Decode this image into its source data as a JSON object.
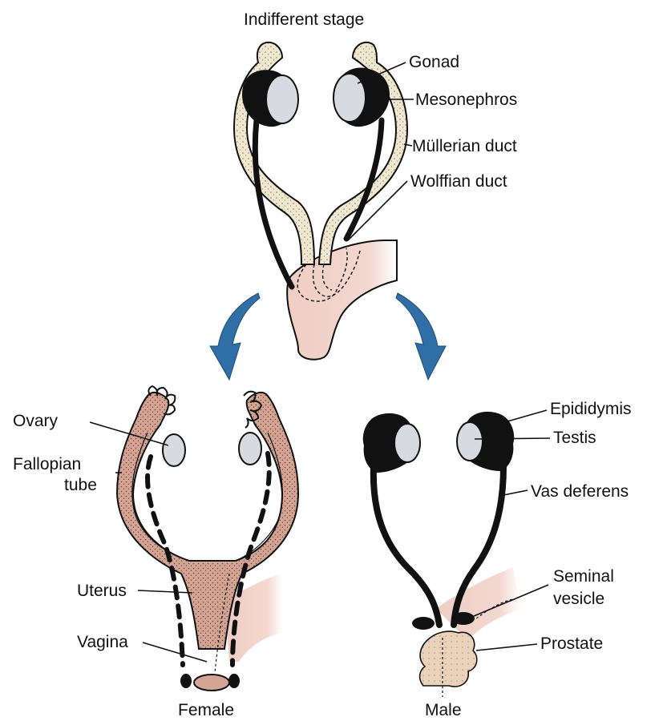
{
  "colors": {
    "background": "#ffffff",
    "outline": "#111111",
    "mullerian_fill": "#efe7cf",
    "gonad_fill": "#d7dbe0",
    "skin_fill": "#efcdc3",
    "female_tract_fill": "#d4a594",
    "prostate_fill": "#ead3ba",
    "arrow_blue": "#2f6fa6"
  },
  "icons": {
    "left_arrow": "curved-arrow-down-left-icon",
    "right_arrow": "curved-arrow-down-right-icon"
  },
  "labels": {
    "indifferent_stage": "Indifferent stage",
    "gonad": "Gonad",
    "mesonephros": "Mesonephros",
    "mullerian_duct": "Müllerian duct",
    "wolffian_duct": "Wolffian duct",
    "ovary": "Ovary",
    "fallopian_tube_line1": "Fallopian",
    "fallopian_tube_line2": "tube",
    "uterus": "Uterus",
    "vagina": "Vagina",
    "female": "Female",
    "epididymis": "Epididymis",
    "testis": "Testis",
    "vas_deferens": "Vas deferens",
    "seminal_vesicle_line1": "Seminal",
    "seminal_vesicle_line2": "vesicle",
    "prostate": "Prostate",
    "male": "Male"
  }
}
